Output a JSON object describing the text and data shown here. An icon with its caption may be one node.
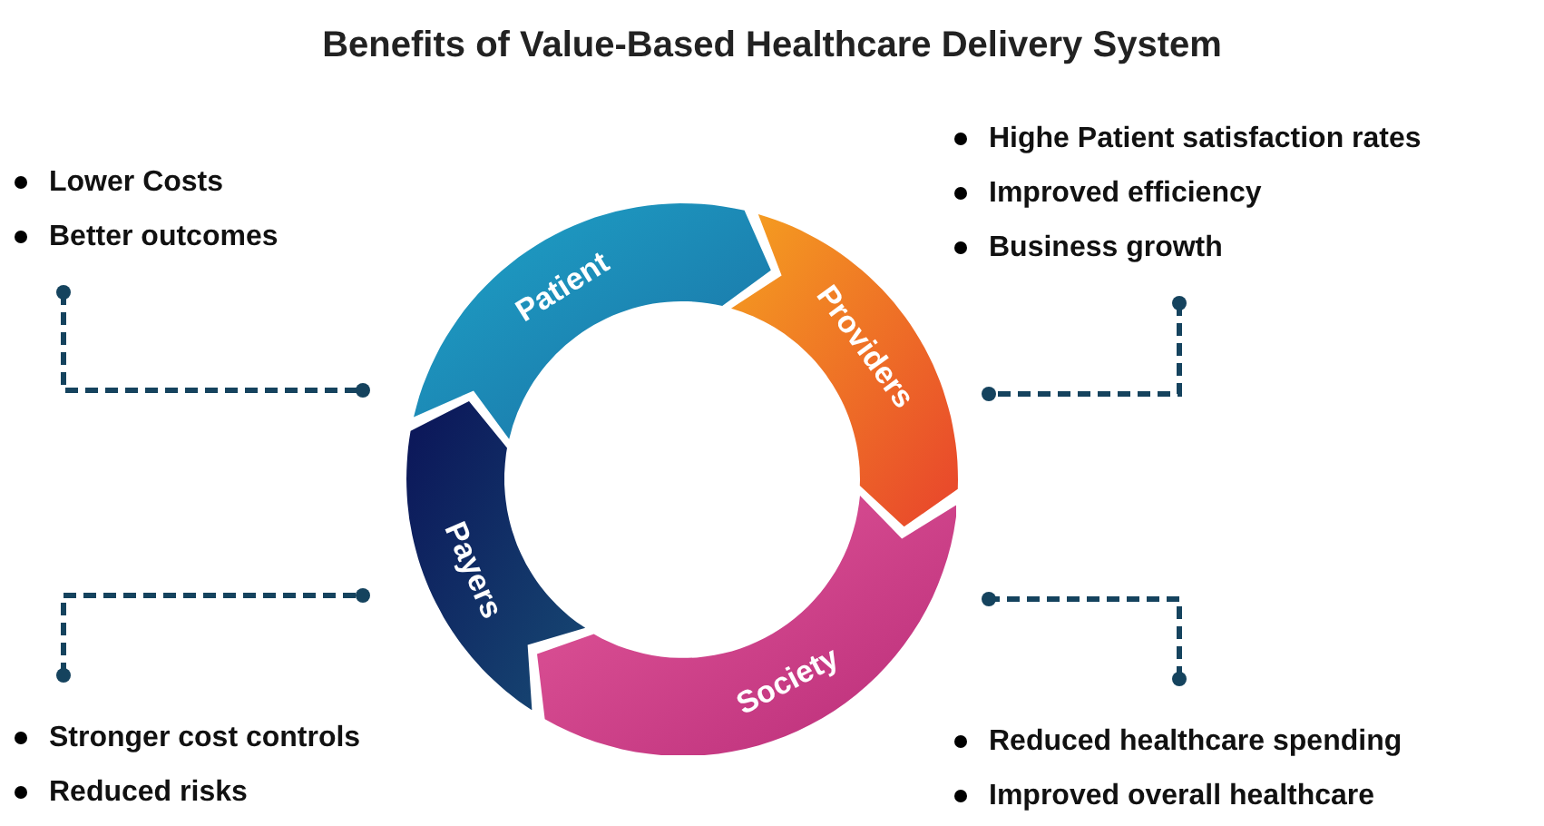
{
  "diagram": {
    "title": "Benefits of Value-Based Healthcare Delivery System",
    "nodes": [
      {
        "text": [
          "Lower Costs",
          "Better outcomes"
        ]
      },
      {
        "text": [
          "Highe Patient satisfaction rates",
          "Improved efficiency",
          "Business growth"
        ]
      },
      {
        "text": [
          "Patient"
        ]
      },
      {
        "text": [
          "Providers"
        ]
      },
      {
        "text": [
          "Payers"
        ]
      },
      {
        "text": [
          "Society"
        ]
      },
      {
        "text": [
          "Stronger cost controls",
          "Reduced risks"
        ]
      },
      {
        "text": [
          "Reduced healthcare spending",
          "Improved overall healthcare"
        ]
      }
    ],
    "edges": [
      {
        "from": 0,
        "to": 2,
        "arrow": "other",
        "style": "dashed"
      },
      {
        "from": 1,
        "to": 3,
        "arrow": "other",
        "style": "dashed"
      },
      {
        "from": 6,
        "to": 4,
        "arrow": "other",
        "style": "dashed"
      },
      {
        "from": 7,
        "to": 5,
        "arrow": "other",
        "style": "dashed"
      }
    ]
  }
}
